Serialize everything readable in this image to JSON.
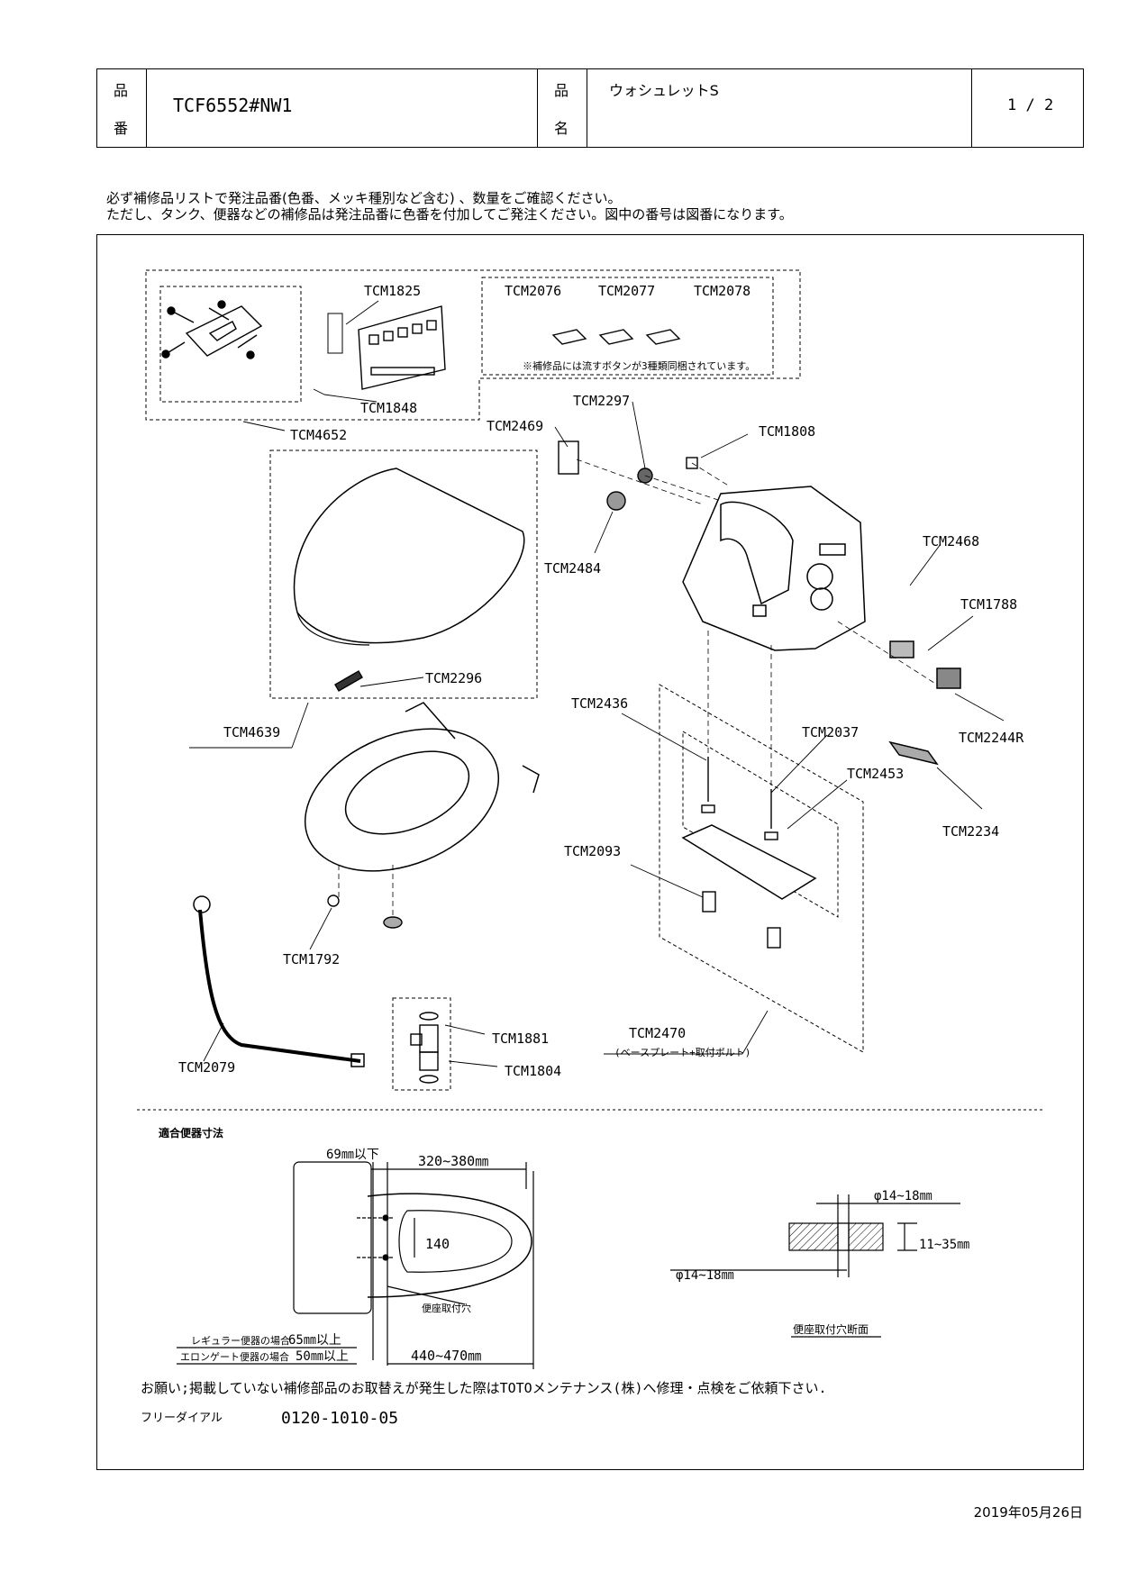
{
  "header": {
    "hinban_label_1": "品",
    "hinban_label_2": "番",
    "product_code": "TCF6552#NW1",
    "hinmei_label_1": "品",
    "hinmei_label_2": "名",
    "product_name": "ウォシュレットS",
    "page": "1 / 2"
  },
  "notes": {
    "line1": "必ず補修品リストで発注品番(色番、メッキ種別など含む) 、数量をご確認ください。",
    "line2": "ただし、タンク、便器などの補修品は発注品番に色番を付加してご発注ください。図中の番号は図番になります。"
  },
  "parts": {
    "tcm1825": "TCM1825",
    "tcm1848": "TCM1848",
    "tcm4652": "TCM4652",
    "tcm2076": "TCM2076",
    "tcm2077": "TCM2077",
    "tcm2078": "TCM2078",
    "button_note": "※補修品には流すボタンが3種類同梱されています。",
    "tcm2297": "TCM2297",
    "tcm2469": "TCM2469",
    "tcm1808": "TCM1808",
    "tcm2484": "TCM2484",
    "tcm2468": "TCM2468",
    "tcm1788": "TCM1788",
    "tcm2244r": "TCM2244R",
    "tcm2296": "TCM2296",
    "tcm4639": "TCM4639",
    "tcm2436": "TCM2436",
    "tcm2037": "TCM2037",
    "tcm2453": "TCM2453",
    "tcm2234": "TCM2234",
    "tcm2093": "TCM2093",
    "tcm1792": "TCM1792",
    "tcm2470": "TCM2470",
    "tcm2470_note": "(ベースプレート+取付ボルト)",
    "tcm1881": "TCM1881",
    "tcm1804": "TCM1804",
    "tcm2079": "TCM2079"
  },
  "dimensions": {
    "title": "適合便器寸法",
    "d69": "69㎜以下",
    "d320": "320~380㎜",
    "d140": "140",
    "hole_label": "便座取付穴",
    "regular": "レギュラー便器の場合",
    "regular_val": "65㎜以上",
    "elongated": "エロンゲート便器の場合",
    "elongated_val": "50㎜以上",
    "d440": "440~470㎜",
    "phi_top": "φ14~18㎜",
    "phi_bottom": "φ14~18㎜",
    "thick": "11~35㎜",
    "section_label": "便座取付穴断面"
  },
  "footer": {
    "request": "お願い;掲載していない補修部品のお取替えが発生した際はTOTOメンテナンス(株)へ修理・点検をご依頼下さい.",
    "free_dial_label": "フリーダイアル",
    "free_dial": "0120-1010-05"
  },
  "date": "2019年05月26日"
}
